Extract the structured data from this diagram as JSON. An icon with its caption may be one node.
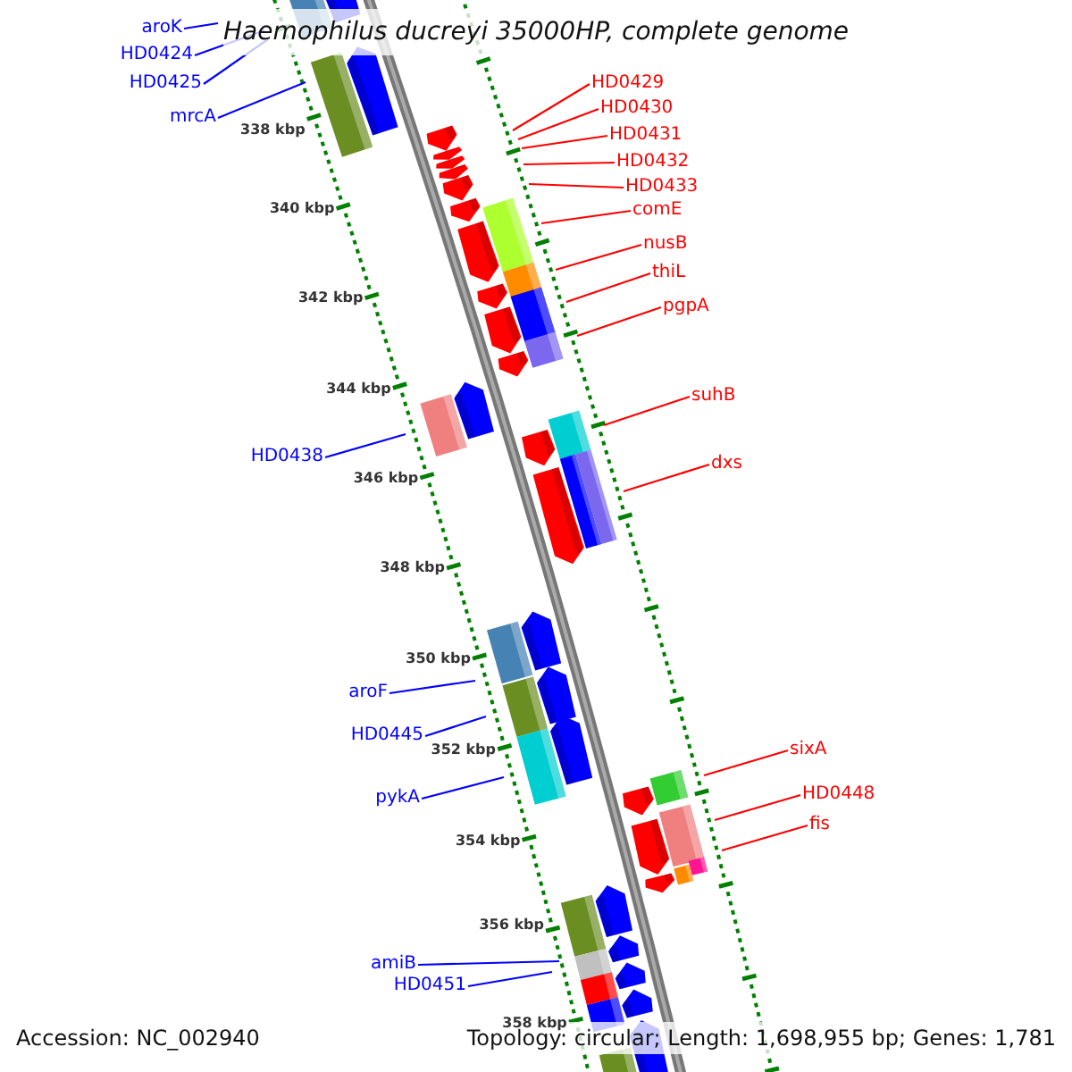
{
  "diagram": {
    "title": "Haemophilus ducreyi 35000HP, complete genome",
    "nodes": [
      {
        "text": [
          "aroK"
        ]
      },
      {
        "text": [
          "HD0424"
        ]
      },
      {
        "text": [
          "HD0429"
        ]
      },
      {
        "text": [
          "HD0425"
        ]
      },
      {
        "text": [
          "HD0430"
        ]
      },
      {
        "text": [
          "mrcA"
        ]
      },
      {
        "text": [
          "HD0431"
        ]
      },
      {
        "text": [
          "HD0432"
        ]
      },
      {
        "text": [
          "HD0433"
        ]
      },
      {
        "text": [
          "comE"
        ]
      },
      {
        "text": [
          "nusB"
        ]
      },
      {
        "text": [
          "thiL"
        ]
      },
      {
        "text": [
          "pgpA"
        ]
      },
      {
        "text": [
          "suhB"
        ]
      },
      {
        "text": [
          "HD0438"
        ]
      },
      {
        "text": [
          "dxs"
        ]
      },
      {
        "text": [
          "aroF"
        ]
      },
      {
        "text": [
          "HD0445"
        ]
      },
      {
        "text": [
          "sixA"
        ]
      },
      {
        "text": [
          "HD0448"
        ]
      },
      {
        "text": [
          "pykA"
        ]
      },
      {
        "text": [
          "fis"
        ]
      },
      {
        "text": [
          "amiB"
        ]
      },
      {
        "text": [
          "HD0451"
        ]
      }
    ],
    "edges": [
      {
        "from": 0,
        "to": null,
        "arrow": "none",
        "color": "#0000ff"
      },
      {
        "from": 1,
        "to": null,
        "arrow": "none",
        "color": "#0000ff"
      },
      {
        "from": 2,
        "to": null,
        "arrow": "none"
      },
      {
        "from": 3,
        "to": null,
        "arrow": "none",
        "color": "#0000ff"
      },
      {
        "from": 4,
        "to": null,
        "arrow": "none"
      },
      {
        "from": 5,
        "to": null,
        "arrow": "none",
        "color": "#0000ff"
      },
      {
        "from": 6,
        "to": null,
        "arrow": "none"
      },
      {
        "from": 7,
        "to": null,
        "arrow": "none"
      },
      {
        "from": 8,
        "to": null,
        "arrow": "none"
      },
      {
        "from": 9,
        "to": null,
        "arrow": "none"
      },
      {
        "from": 10,
        "to": null,
        "arrow": "none"
      },
      {
        "from": 11,
        "to": null,
        "arrow": "none"
      },
      {
        "from": 12,
        "to": null,
        "arrow": "none"
      },
      {
        "from": 13,
        "to": null,
        "arrow": "none"
      },
      {
        "from": 14,
        "to": null,
        "arrow": "none",
        "color": "#0000ff"
      },
      {
        "from": 15,
        "to": null,
        "arrow": "none"
      },
      {
        "from": 16,
        "to": null,
        "arrow": "none",
        "color": "#0000ff"
      },
      {
        "from": 17,
        "to": null,
        "arrow": "none",
        "color": "#0000ff"
      },
      {
        "from": 18,
        "to": null,
        "arrow": "none"
      },
      {
        "from": 19,
        "to": null,
        "arrow": "none"
      },
      {
        "from": 20,
        "to": null,
        "arrow": "none",
        "color": "#0000ff"
      },
      {
        "from": 21,
        "to": null,
        "arrow": "none"
      },
      {
        "from": 22,
        "to": null,
        "arrow": "none",
        "color": "#0000ff"
      },
      {
        "from": 23,
        "to": null,
        "arrow": "none",
        "color": "#0000ff"
      }
    ],
    "labels": [
      "338 kbp",
      "340 kbp",
      "342 kbp",
      "344 kbp",
      "346 kbp",
      "348 kbp",
      "350 kbp",
      "352 kbp",
      "354 kbp",
      "356 kbp",
      "358 kbp",
      "Accession: NC_002940",
      "Topology: circular; Length: 1,698,955 bp; Genes: 1,781"
    ]
  }
}
